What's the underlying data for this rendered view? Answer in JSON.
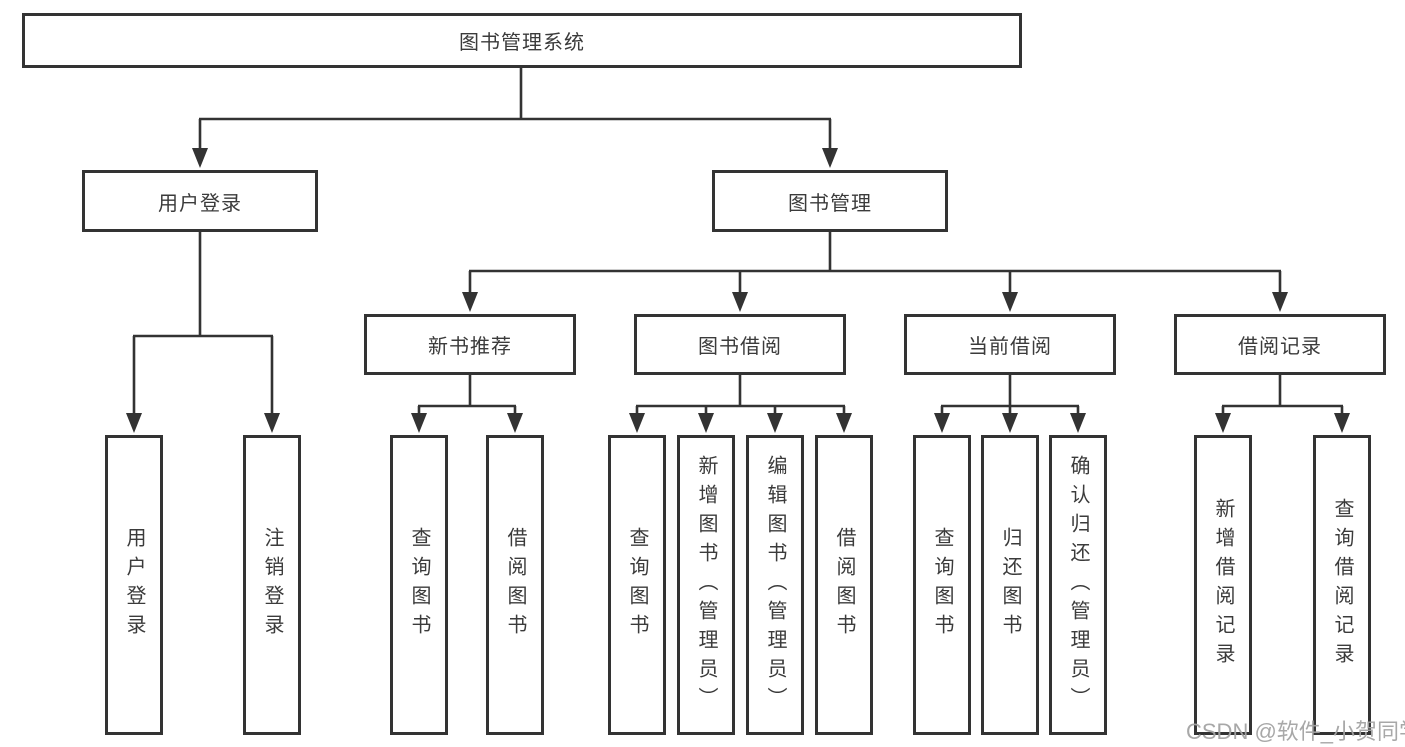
{
  "diagram": {
    "root": {
      "label": "图书管理系统"
    },
    "user_login": {
      "label": "用户登录",
      "children": [
        {
          "label": "用户登录"
        },
        {
          "label": "注销登录"
        }
      ]
    },
    "book_mgmt": {
      "label": "图书管理",
      "sections": {
        "new_books": {
          "label": "新书推荐",
          "children": [
            {
              "label": "查询图书"
            },
            {
              "label": "借阅图书"
            }
          ]
        },
        "book_borrow": {
          "label": "图书借阅",
          "children": [
            {
              "label": "查询图书"
            },
            {
              "label": "新增图书（管理员）"
            },
            {
              "label": "编辑图书（管理员）"
            },
            {
              "label": "借阅图书"
            }
          ]
        },
        "current_borrow": {
          "label": "当前借阅",
          "children": [
            {
              "label": "查询图书"
            },
            {
              "label": "归还图书"
            },
            {
              "label": "确认归还（管理员）"
            }
          ]
        },
        "borrow_records": {
          "label": "借阅记录",
          "children": [
            {
              "label": "新增借阅记录"
            },
            {
              "label": "查询借阅记录"
            }
          ]
        }
      }
    }
  },
  "watermark": {
    "text": "CSDN @软件_小贺同学"
  },
  "colors": {
    "line": "#333333",
    "text": "#3b3b3b",
    "background": "#ffffff",
    "watermark": "#a3a3a3"
  }
}
